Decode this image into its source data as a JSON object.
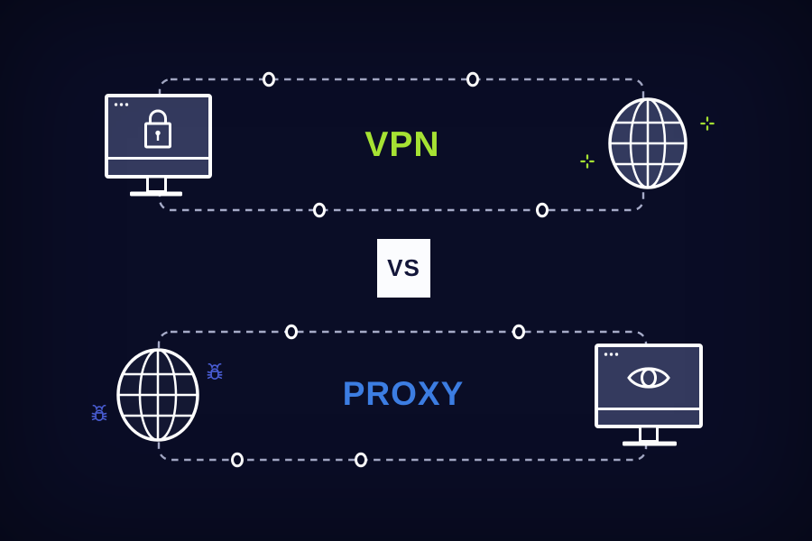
{
  "labels": {
    "vpn": "VPN",
    "vs": "VS",
    "proxy": "PROXY"
  },
  "colors": {
    "background": "#0a0d26",
    "icon_white": "#ffffff",
    "dashed_line": "#a6abc8",
    "vpn_green": "#a6e233",
    "proxy_blue": "#3c7de2",
    "bug_blue": "#4a5ed6",
    "screen_fill": "#343a5e",
    "globe_fill_strong": "#333a5e",
    "globe_fill_subtle": "#141833",
    "vs_box_bg": "#fbfcfe",
    "vs_text": "#131639"
  },
  "icons": {
    "top_left": "monitor-with-padlock",
    "top_right": "globe",
    "top_decorations": [
      "sparkle-plus",
      "sparkle-plus"
    ],
    "bottom_left": "globe",
    "bottom_left_decorations": [
      "bug",
      "bug"
    ],
    "bottom_right": "monitor-with-eye"
  }
}
